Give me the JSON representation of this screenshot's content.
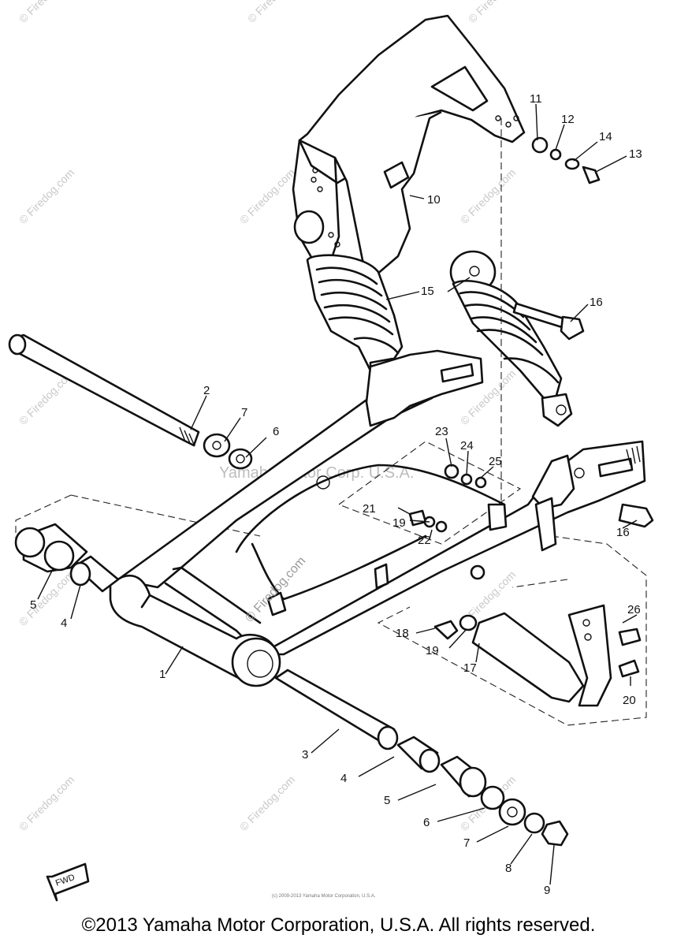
{
  "watermark_small": "© Firedog.com",
  "watermark_large": "Yamaha Motor Corp. U.S.A.",
  "center_watermark": "© Firedog.com",
  "tiny_print": "(c) 2009-2013 Yamaha Motor Corporation, U.S.A.",
  "fwd_label": "FWD",
  "copyright": "©2013 Yamaha Motor Corporation, U.S.A. All rights reserved.",
  "callouts": [
    "1",
    "2",
    "3",
    "4",
    "4",
    "5",
    "5",
    "6",
    "6",
    "7",
    "7",
    "8",
    "9",
    "10",
    "11",
    "12",
    "13",
    "14",
    "15",
    "16",
    "16",
    "17",
    "18",
    "19",
    "19",
    "20",
    "21",
    "22",
    "23",
    "24",
    "25",
    "26"
  ]
}
